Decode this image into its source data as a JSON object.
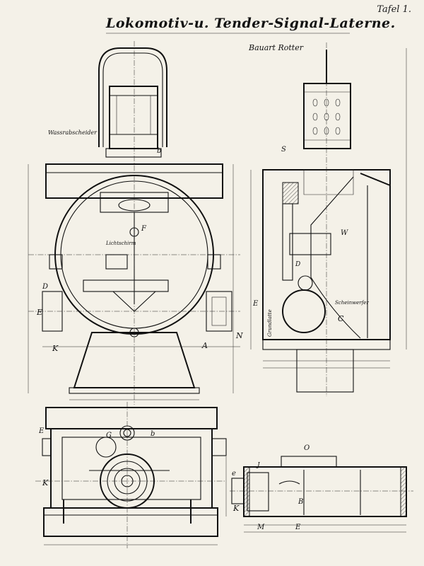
{
  "sheet": {
    "plate_label": "Tafel 1.",
    "title": "Lokomotiv-u. Tender-Signal-Laterne.",
    "subtitle": "Bauart Rotter"
  },
  "annotations": {
    "front_view": {
      "wasserabscheider": "Wassrabscheider",
      "letter_b": "b",
      "letter_f": "F",
      "letter_d": "D",
      "letter_e": "E",
      "letter_k": "K",
      "letter_a": "A",
      "letter_n": "N",
      "lichtschirm": "Lichtschirm"
    },
    "side_view": {
      "letter_s": "S",
      "letter_w": "W",
      "letter_c": "C",
      "letter_d": "D",
      "letter_e": "E",
      "scheinwerfer": "Scheinwerfer",
      "grundlatte": "Grundlatte"
    },
    "plan_view": {
      "letter_e": "E",
      "letter_g": "G",
      "letter_b": "b",
      "letter_k": "K"
    },
    "section_view": {
      "letter_o": "O",
      "letter_j": "J",
      "letter_e": "e",
      "letter_b": "B",
      "letter_k": "K",
      "letter_m": "M",
      "letter_e2": "E"
    }
  }
}
